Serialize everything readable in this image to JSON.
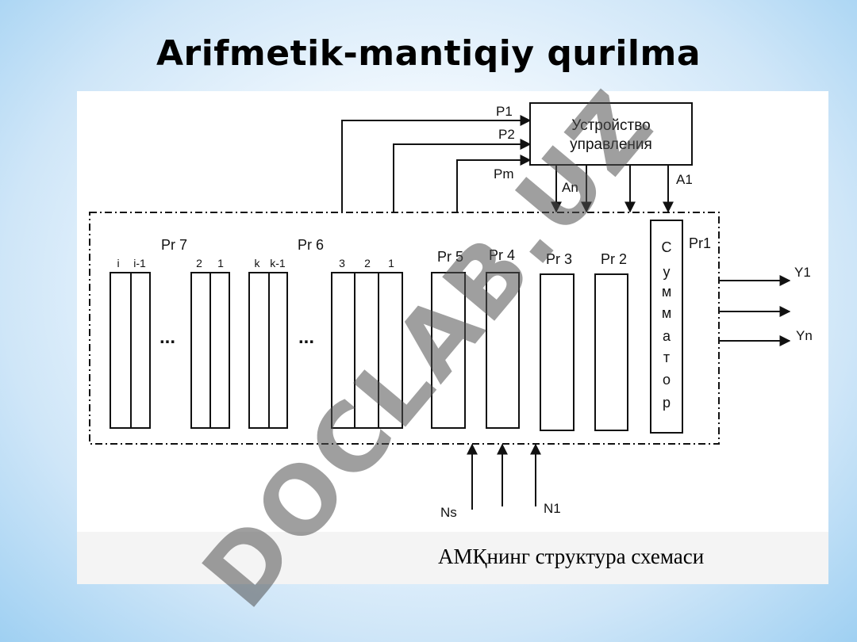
{
  "slide": {
    "title": "Arifmetik-mantiqiy qurilma",
    "caption": "АМҚнинг структура схемаси",
    "watermark": "DOCLAB.UZ"
  },
  "diagram": {
    "control_unit": {
      "line1": "Устройство",
      "line2": "управления"
    },
    "control_inputs": [
      "P1",
      "P2",
      "Pm"
    ],
    "control_outputs": [
      "An",
      "A1"
    ],
    "adder_letters": [
      "С",
      "у",
      "м",
      "м",
      "а",
      "т",
      "о",
      "р"
    ],
    "register_labels": {
      "pr7": "Pr 7",
      "pr6": "Pr 6",
      "pr5": "Pr 5",
      "pr4": "Pr 4",
      "pr3": "Pr 3",
      "pr2": "Pr 2",
      "pr1": "Pr1"
    },
    "bit_labels": {
      "g1": [
        "i",
        "i-1"
      ],
      "g2": [
        "2",
        "1"
      ],
      "g3": [
        "k",
        "k-1"
      ],
      "g4": [
        "3",
        "2",
        "1"
      ]
    },
    "ellipsis": "...",
    "outputs": [
      "Y1",
      "Yn"
    ],
    "inputs": [
      "Ns",
      "N1"
    ]
  }
}
